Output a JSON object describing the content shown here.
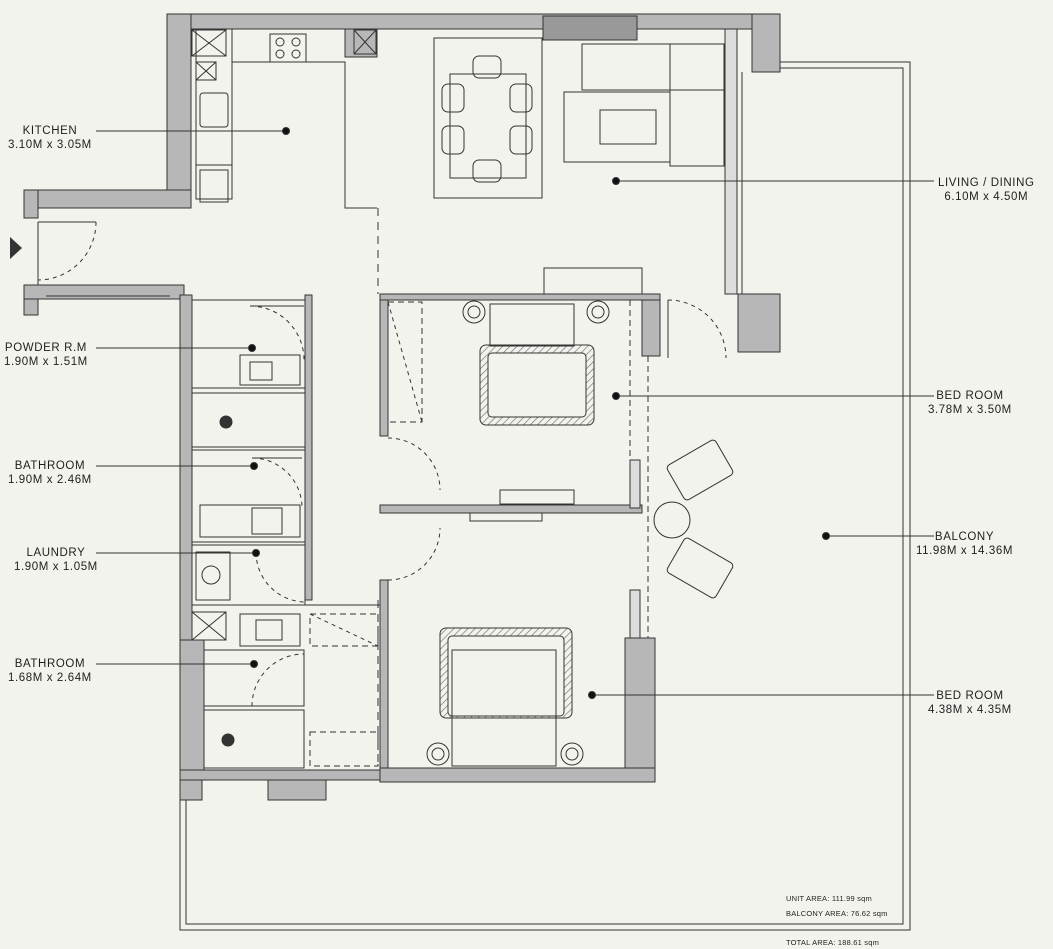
{
  "rooms": [
    {
      "id": "kitchen",
      "name": "KITCHEN",
      "size": "3.10M x 3.05M"
    },
    {
      "id": "living",
      "name": "LIVING / DINING",
      "size": "6.10M x 4.50M"
    },
    {
      "id": "powder",
      "name": "POWDER R.M",
      "size": "1.90M x 1.51M"
    },
    {
      "id": "bed1",
      "name": "BED ROOM",
      "size": "3.78M x 3.50M"
    },
    {
      "id": "bath1",
      "name": "BATHROOM",
      "size": "1.90M x 2.46M"
    },
    {
      "id": "balcony",
      "name": "BALCONY",
      "size": "11.98M x 14.36M"
    },
    {
      "id": "laundry",
      "name": "LAUNDRY",
      "size": "1.90M x 1.05M"
    },
    {
      "id": "bath2",
      "name": "BATHROOM",
      "size": "1.68M x 2.64M"
    },
    {
      "id": "bed2",
      "name": "BED ROOM",
      "size": "4.38M x 4.35M"
    }
  ],
  "areas": {
    "unit": "UNIT AREA: 111.99 sqm",
    "balcony": "BALCONY AREA: 76.62 sqm",
    "total": "TOTAL AREA: 188.61 sqm"
  },
  "colors": {
    "wall": "#b7b7b7",
    "line": "#333333",
    "background": "#f3f3ee"
  }
}
